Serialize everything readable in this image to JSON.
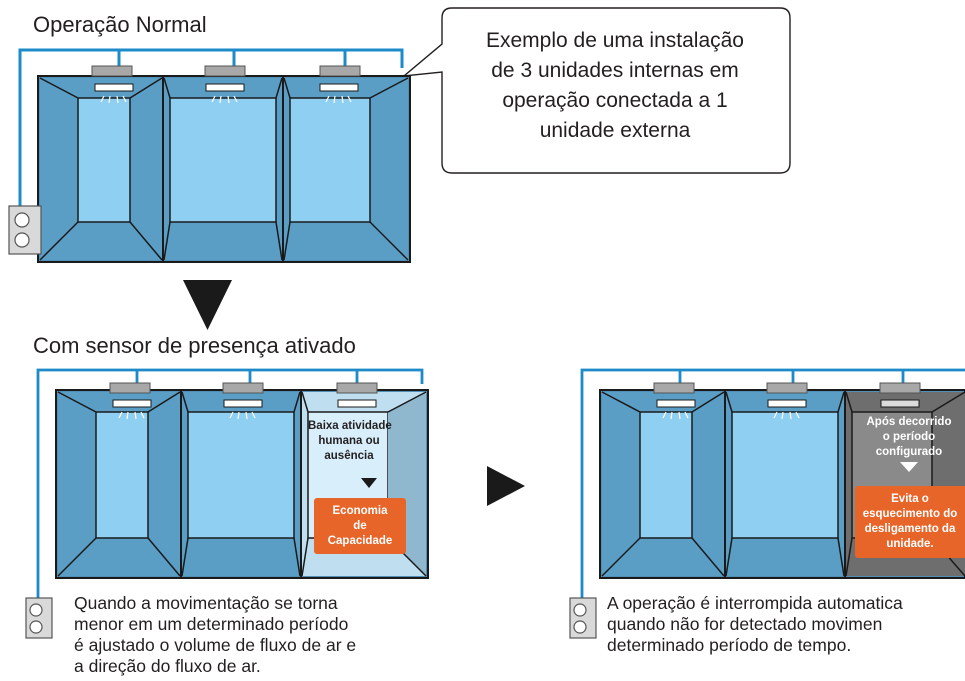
{
  "top": {
    "heading": "Operação Normal",
    "callout_lines": [
      "Exemplo de uma instalação",
      "de 3 unidades internas em",
      "operação conectada a 1",
      "unidade externa"
    ]
  },
  "bottom": {
    "heading": "Com sensor de presença ativado",
    "left": {
      "room_label_lines": [
        "Baixa atividade",
        "humana ou",
        "ausência"
      ],
      "box_lines": [
        "Economia",
        "de",
        "Capacidade"
      ],
      "caption_lines": [
        "Quando a movimentação se torna",
        "menor em um determinado período",
        "é ajustado o volume de fluxo de ar e",
        "a direção do fluxo de ar."
      ]
    },
    "right": {
      "room_label_lines": [
        "Após decorrido",
        "o período",
        "configurado"
      ],
      "box_lines": [
        "Evita o",
        "esquecimento do",
        "desligamento da",
        "unidade."
      ],
      "caption_lines": [
        "A operação é interrompida automatica",
        "quando não for detectado movimen",
        "determinado período de tempo."
      ]
    }
  },
  "colors": {
    "room_blue": "#5a9ec6",
    "room_light": "#8fd0f2",
    "pipe_blue": "#1d8bc9",
    "highlight_room": "#d8eefa",
    "off_room": "#8a8a8a",
    "orange": "#e8652a"
  }
}
